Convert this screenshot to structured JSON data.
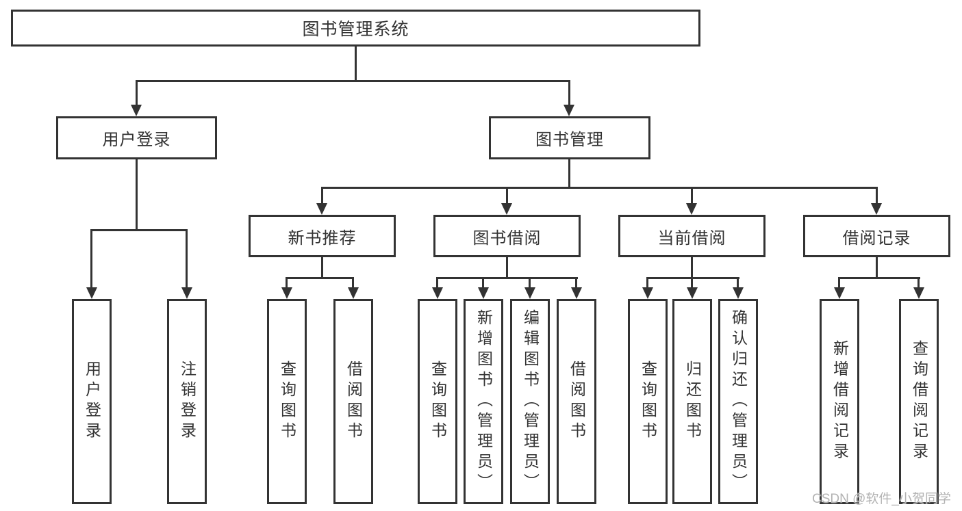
{
  "diagram": {
    "root": {
      "label": "图书管理系统"
    },
    "user_login": {
      "label": "用户登录",
      "children": [
        "用户登录",
        "注销登录"
      ]
    },
    "book_mgmt": {
      "label": "图书管理",
      "sections": [
        {
          "label": "新书推荐",
          "children": [
            "查询图书",
            "借阅图书"
          ]
        },
        {
          "label": "图书借阅",
          "children": [
            "查询图书",
            "新增图书（管理员）",
            "编辑图书（管理员）",
            "借阅图书"
          ]
        },
        {
          "label": "当前借阅",
          "children": [
            "查询图书",
            "归还图书",
            "确认归还（管理员）"
          ]
        },
        {
          "label": "借阅记录",
          "children": [
            "新增借阅记录",
            "查询借阅记录"
          ]
        }
      ]
    }
  },
  "watermark": {
    "text": "CSDN @软件_小贺同学"
  },
  "colors": {
    "line": "#333333",
    "text": "#333333",
    "watermark": "#b3b3b3",
    "background": "#ffffff"
  }
}
